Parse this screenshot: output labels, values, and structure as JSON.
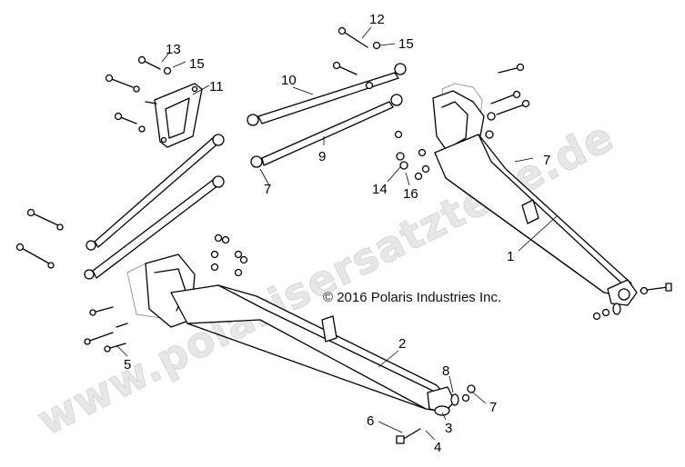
{
  "copyright": "© 2016 Polaris Industries Inc.",
  "watermark": "www.polarisersatzteile.de",
  "callouts": [
    {
      "id": "c1",
      "text": "1"
    },
    {
      "id": "c2",
      "text": "2"
    },
    {
      "id": "c3",
      "text": "3"
    },
    {
      "id": "c4",
      "text": "4"
    },
    {
      "id": "c5",
      "text": "5"
    },
    {
      "id": "c6",
      "text": "6"
    },
    {
      "id": "c7a",
      "text": "7"
    },
    {
      "id": "c7b",
      "text": "7"
    },
    {
      "id": "c7c",
      "text": "7"
    },
    {
      "id": "c8",
      "text": "8"
    },
    {
      "id": "c9",
      "text": "9"
    },
    {
      "id": "c10",
      "text": "10"
    },
    {
      "id": "c11",
      "text": "11"
    },
    {
      "id": "c12",
      "text": "12"
    },
    {
      "id": "c13",
      "text": "13"
    },
    {
      "id": "c14",
      "text": "14"
    },
    {
      "id": "c15a",
      "text": "15"
    },
    {
      "id": "c15b",
      "text": "15"
    },
    {
      "id": "c16",
      "text": "16"
    }
  ]
}
